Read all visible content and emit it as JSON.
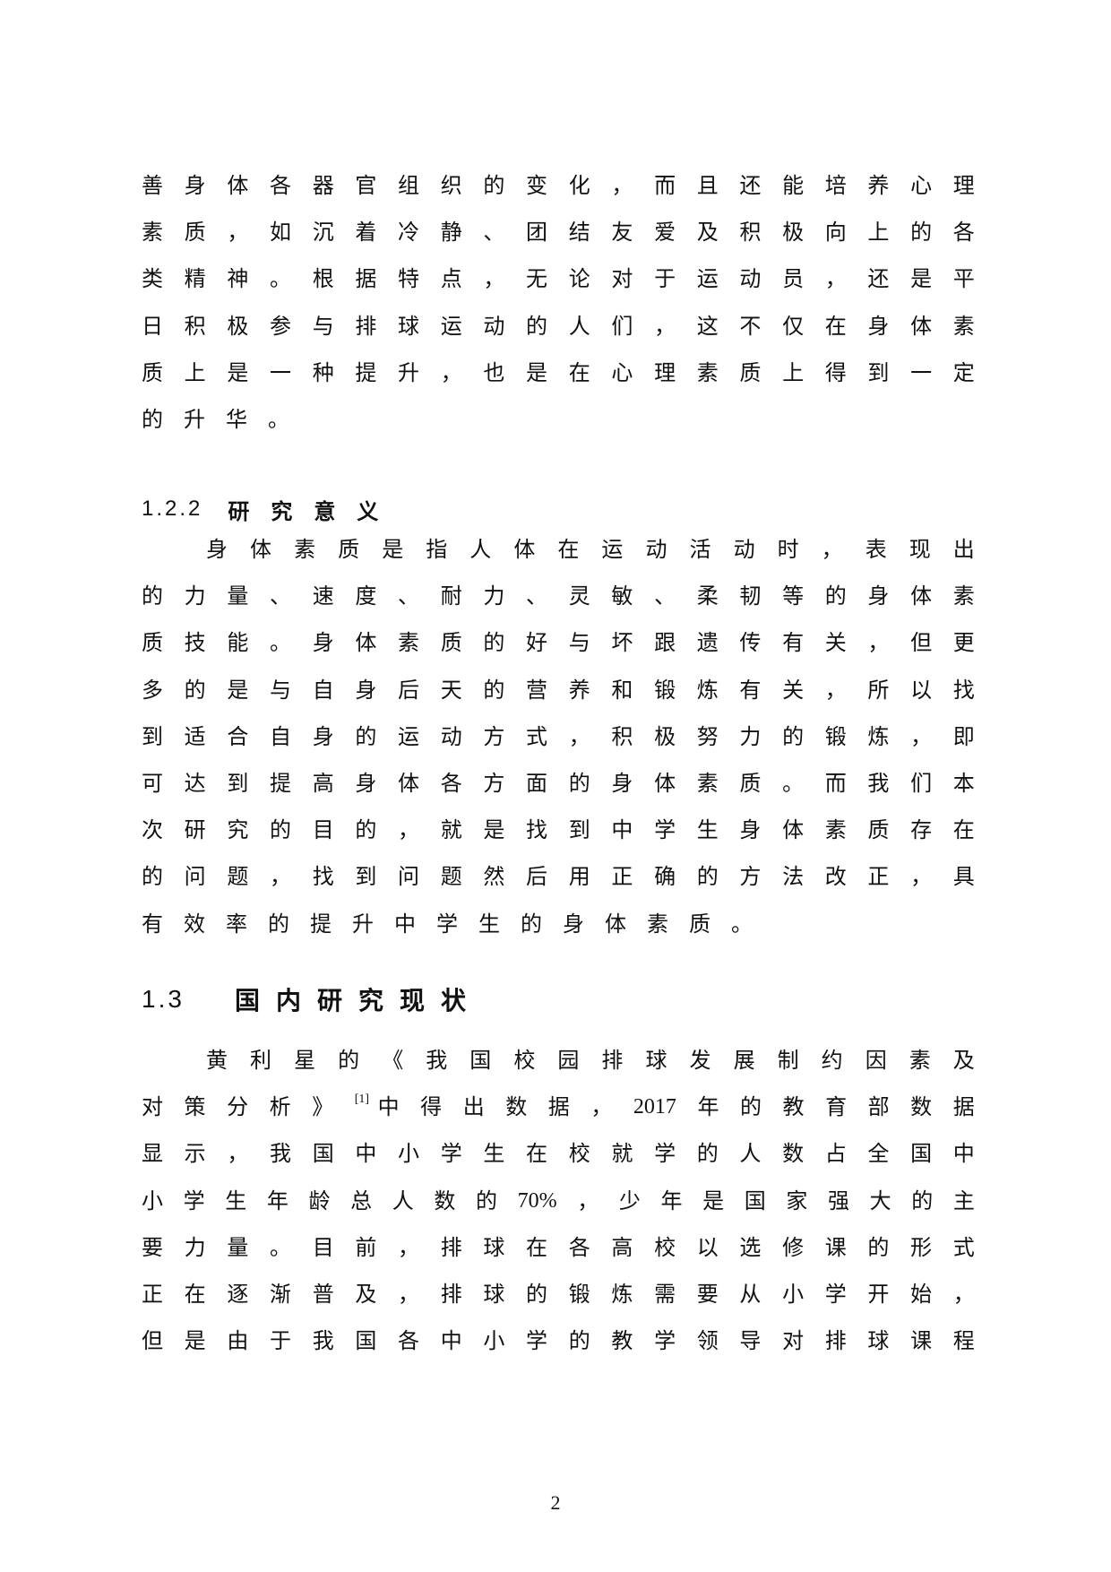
{
  "sections": {
    "p1": {
      "lines": [
        "善身体各器官组织的变化，而且还能培养心理",
        "素质，如沉着冷静、团结友爱及积极向上的各",
        "类精神。根据特点，无论对于运动员，还是平",
        "日积极参与排球运动的人们，这不仅在身体素",
        "质上是一种提升，也是在心理素质上得到一定",
        "的升华。"
      ]
    },
    "h122": {
      "number": "1.2.2",
      "title": "研究意义"
    },
    "p2": {
      "lines": [
        "身体素质是指人体在运动活动时，表现出",
        "的力量、速度、耐力、灵敏、柔韧等的身体素",
        "质技能。身体素质的好与坏跟遗传有关，但更",
        "多的是与自身后天的营养和锻炼有关，所以找",
        "到适合自身的运动方式，积极努力的锻炼，即",
        "可达到提高身体各方面的身体素质。而我们本",
        "次研究的目的，就是找到中学生身体素质存在",
        "的问题，找到问题然后用正确的方法改正，具",
        "有效率的提升中学生的身体素质。"
      ]
    },
    "h13": {
      "number": "1.3",
      "title": "国内研究现状"
    },
    "p3": {
      "lines": [
        "黄利星的《我国校园排球发展制约因素及",
        "对策分析》[1]中得出数据，2017年的教育部数据",
        "显示，我国中小学生在校就学的人数占全国中",
        "小学生年龄总人数的70%，少年是国家强大的主",
        "要力量。目前，排球在各高校以选修课的形式",
        "正在逐渐普及，排球的锻炼需要从小学开始，",
        "但是由于我国各中小学的教学领导对排球课程"
      ],
      "citation": "[1]",
      "cited_work": "《我国校园排球发展制约因素及对策分析》",
      "author": "黄利星",
      "figures": {
        "year": "2017",
        "percent": "70%"
      }
    }
  },
  "footer": {
    "page_number": "2"
  }
}
